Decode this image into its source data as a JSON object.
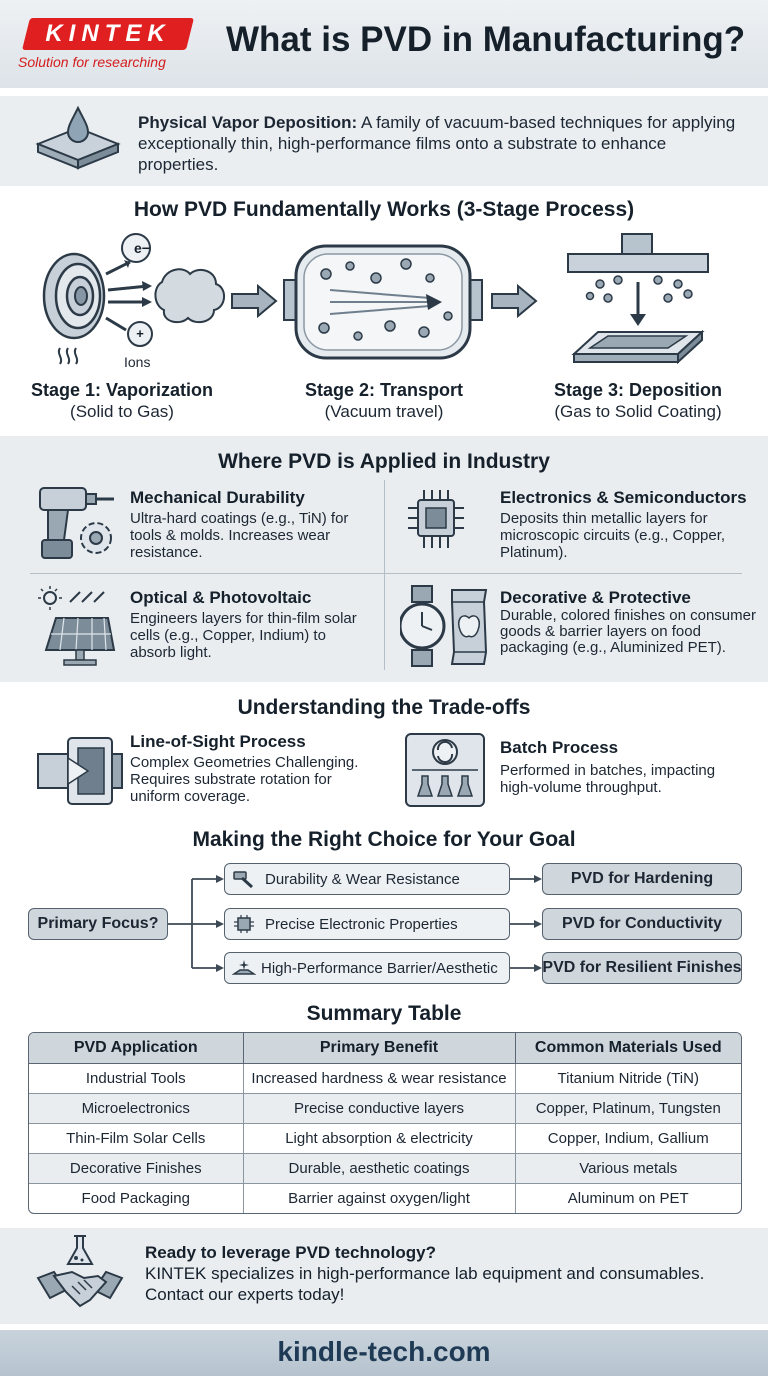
{
  "brand": {
    "logo_text": "KINTEK",
    "tagline": "Solution for researching",
    "accent_color": "#e02020"
  },
  "header": {
    "title": "What is PVD in Manufacturing?"
  },
  "definition": {
    "term": "Physical Vapor Deposition:",
    "text": " A family of vacuum-based techniques for applying exceptionally thin, high-performance films onto a substrate to enhance properties.",
    "icon": "droplet-on-substrate-icon"
  },
  "process": {
    "title": "How PVD Fundamentally Works (3-Stage Process)",
    "particle_labels": {
      "electron": "e−",
      "ion": "+",
      "ions_caption": "Ions"
    },
    "stages": [
      {
        "title": "Stage 1: Vaporization",
        "subtitle": "(Solid to Gas)",
        "icon": "target-vaporization-icon"
      },
      {
        "title": "Stage 2: Transport",
        "subtitle": "(Vacuum travel)",
        "icon": "vacuum-chamber-icon"
      },
      {
        "title": "Stage 3: Deposition",
        "subtitle": "(Gas to Solid Coating)",
        "icon": "deposition-icon"
      }
    ]
  },
  "industry": {
    "title": "Where PVD is Applied in Industry",
    "items": [
      {
        "heading": "Mechanical Durability",
        "description": "Ultra-hard coatings (e.g., TiN) for tools & molds. Increases wear resistance.",
        "icon": "drill-gear-icon"
      },
      {
        "heading": "Electronics & Semiconductors",
        "description": "Deposits thin metallic layers for microscopic circuits (e.g., Copper, Platinum).",
        "icon": "chip-icon"
      },
      {
        "heading": "Optical & Photovoltaic",
        "description": "Engineers layers for thin-film solar cells (e.g., Copper, Indium) to absorb light.",
        "icon": "solar-panel-icon"
      },
      {
        "heading": "Decorative & Protective",
        "description": "Durable, colored finishes on consumer goods & barrier layers on food packaging (e.g., Aluminized PET).",
        "icon": "watch-package-icon"
      }
    ]
  },
  "tradeoffs": {
    "title": "Understanding the Trade-offs",
    "items": [
      {
        "heading": "Line-of-Sight Process",
        "description": "Complex Geometries Challenging. Requires substrate rotation for uniform coverage.",
        "icon": "line-of-sight-icon"
      },
      {
        "heading": "Batch Process",
        "description": "Performed in batches, impacting high-volume throughput.",
        "icon": "batch-icon"
      }
    ]
  },
  "decision": {
    "title": "Making the Right Choice for Your Goal",
    "root": "Primary Focus?",
    "options": [
      {
        "goal": "Durability & Wear Resistance",
        "result": "PVD for Hardening",
        "icon": "hammer-icon"
      },
      {
        "goal": "Precise Electronic Properties",
        "result": "PVD for Conductivity",
        "icon": "chip-icon"
      },
      {
        "goal": "High-Performance Barrier/Aesthetic",
        "result": "PVD for Resilient Finishes",
        "icon": "sparkle-hand-icon"
      }
    ]
  },
  "summary": {
    "title": "Summary Table",
    "columns": [
      "PVD Application",
      "Primary Benefit",
      "Common Materials Used"
    ],
    "rows": [
      [
        "Industrial Tools",
        "Increased hardness & wear resistance",
        "Titanium Nitride (TiN)"
      ],
      [
        "Microelectronics",
        "Precise conductive layers",
        "Copper, Platinum, Tungsten"
      ],
      [
        "Thin-Film Solar Cells",
        "Light absorption & electricity",
        "Copper, Indium, Gallium"
      ],
      [
        "Decorative Finishes",
        "Durable, aesthetic coatings",
        "Various metals"
      ],
      [
        "Food Packaging",
        "Barrier against oxygen/light",
        "Aluminum on PET"
      ]
    ]
  },
  "cta": {
    "headline": "Ready to leverage PVD technology?",
    "line1": "KINTEK specializes in high-performance lab equipment and consumables.",
    "line2": "Contact our experts today!",
    "icon": "handshake-flask-icon"
  },
  "footer": {
    "url": "kindle-tech.com"
  }
}
